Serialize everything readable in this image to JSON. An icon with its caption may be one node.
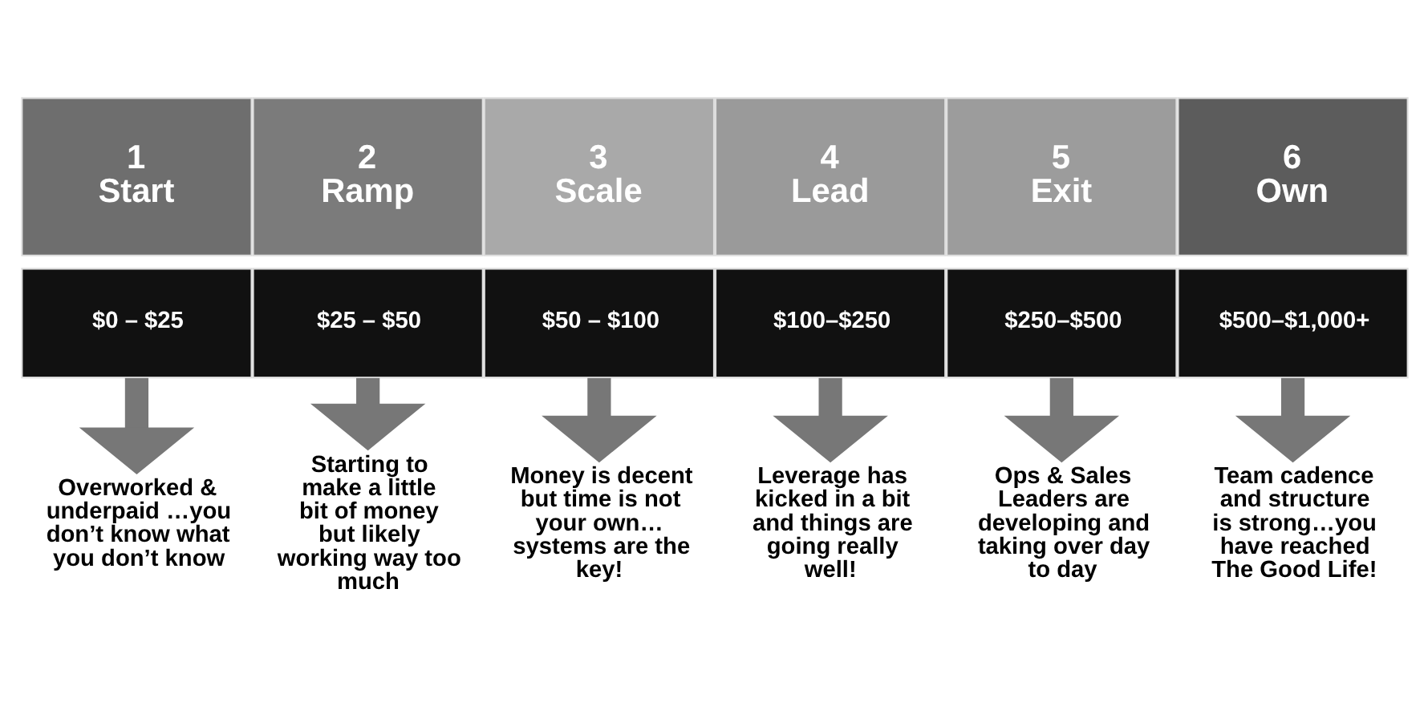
{
  "diagram": {
    "nodes": [
      {
        "text": [
          "1",
          "Start"
        ]
      },
      {
        "text": [
          "2",
          "Ramp"
        ]
      },
      {
        "text": [
          "3",
          "Scale"
        ]
      },
      {
        "text": [
          "4",
          "Lead"
        ]
      },
      {
        "text": [
          "5",
          "Exit"
        ]
      },
      {
        "text": [
          "6",
          "Own"
        ]
      },
      {
        "text": [
          "$0 – $25"
        ]
      },
      {
        "text": [
          "$25 – $50"
        ]
      },
      {
        "text": [
          "$50 – $100"
        ]
      },
      {
        "text": [
          "$100–$250"
        ]
      },
      {
        "text": [
          "$250–$500"
        ]
      },
      {
        "text": [
          "$500–$1,000+"
        ]
      },
      {
        "text": [
          "Overworked & underpaid …you don’t know what you don’t know"
        ]
      },
      {
        "text": [
          "Starting to make a little bit of money but likely working way too much"
        ]
      },
      {
        "text": [
          "Money is decent but time is not your own… systems are the key!"
        ]
      },
      {
        "text": [
          "Leverage has kicked in a bit and things are going really well!"
        ]
      },
      {
        "text": [
          "Ops & Sales Leaders are developing and taking over day to day"
        ]
      },
      {
        "text": [
          "Team cadence and structure is strong…you have reached The Good Life!"
        ]
      }
    ],
    "edges": [
      {
        "from": 6,
        "to": 12,
        "arrow": "to"
      },
      {
        "from": 7,
        "to": 13,
        "arrow": "to"
      },
      {
        "from": 8,
        "to": 14,
        "arrow": "to"
      },
      {
        "from": 9,
        "to": 15,
        "arrow": "to"
      },
      {
        "from": 10,
        "to": 16,
        "arrow": "to"
      },
      {
        "from": 11,
        "to": 17,
        "arrow": "to"
      }
    ]
  }
}
